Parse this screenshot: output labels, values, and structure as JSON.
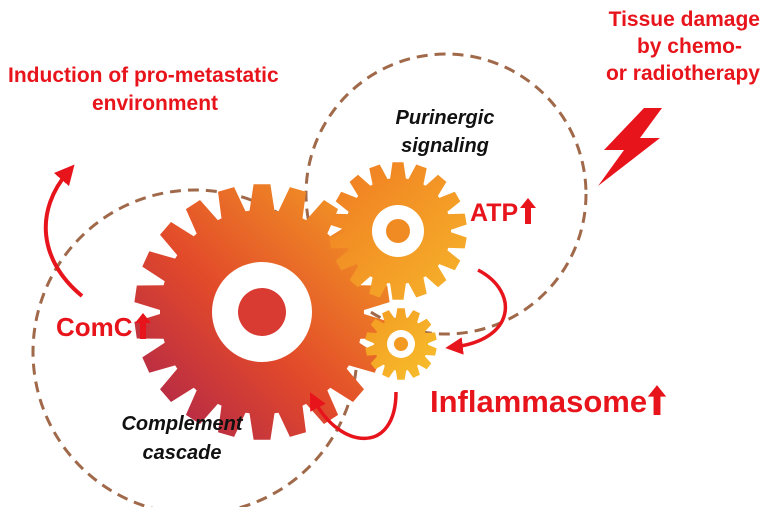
{
  "labels": {
    "metastatic_line1": "Induction of pro-metastatic",
    "metastatic_line2": "environment",
    "tissue_line1": "Tissue damage",
    "tissue_line2": "by chemo-",
    "tissue_line3": "or radiotherapy",
    "purinergic_line1": "Purinergic",
    "purinergic_line2": "signaling",
    "atp": "ATP",
    "comc": "ComC",
    "inflammasome": "Inflammasome",
    "complement_line1": "Complement",
    "complement_line2": "cascade"
  },
  "colors": {
    "accent_red": "#e8141c",
    "dashed_circle": "#a0694a",
    "gear_dark": "#b8234a",
    "gear_mid": "#ef5a24",
    "gear_light": "#f5a623",
    "gear_yellow": "#f7b928"
  },
  "icons": {
    "lightning": "lightning-bolt-icon",
    "increase": "arrow-up-icon"
  }
}
